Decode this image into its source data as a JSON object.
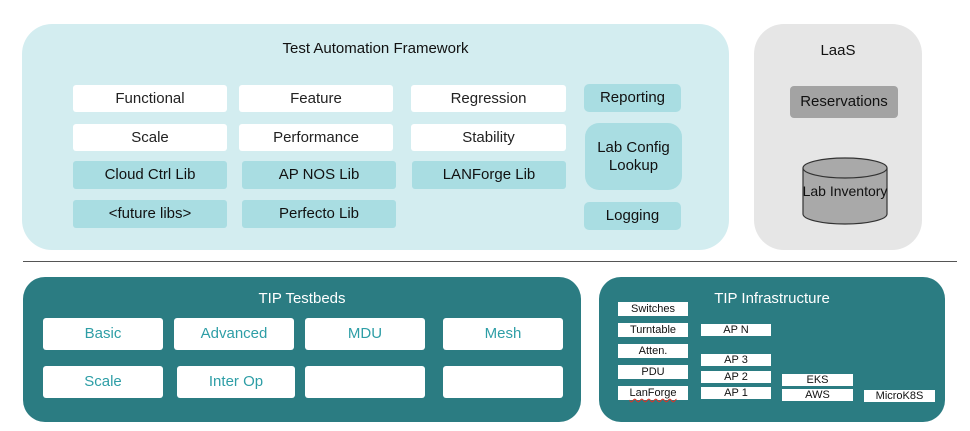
{
  "taf": {
    "title": "Test Automation Framework",
    "tests": [
      "Functional",
      "Feature",
      "Regression",
      "Scale",
      "Performance",
      "Stability"
    ],
    "libs": [
      "Cloud Ctrl Lib",
      "AP NOS Lib",
      "LANForge Lib",
      "<future libs>",
      "Perfecto Lib"
    ],
    "side": {
      "reporting": "Reporting",
      "lab_config": "Lab Config Lookup",
      "logging": "Logging"
    }
  },
  "laas": {
    "title": "LaaS",
    "reservations": "Reservations",
    "inventory": "Lab Inventory"
  },
  "testbeds": {
    "title": "TIP Testbeds",
    "items": [
      "Basic",
      "Advanced",
      "MDU",
      "Mesh",
      "Scale",
      "Inter Op",
      "",
      ""
    ]
  },
  "infra": {
    "title": "TIP Infrastructure",
    "devices": [
      "Switches",
      "Turntable",
      "Atten.",
      "PDU",
      "LanForge"
    ],
    "aps": [
      "AP N",
      "AP 3",
      "AP 2",
      "AP 1"
    ],
    "cloud": [
      "EKS",
      "AWS",
      "MicroK8S"
    ]
  },
  "colors": {
    "taf_bg": "#d3edf0",
    "lib_box": "#a9dde2",
    "teal": "#2b7c82",
    "testbed_text": "#2e9ea6",
    "laas_bg": "#e6e6e6",
    "reservation_box": "#a3a3a3",
    "cylinder": "#a9a9a9"
  }
}
